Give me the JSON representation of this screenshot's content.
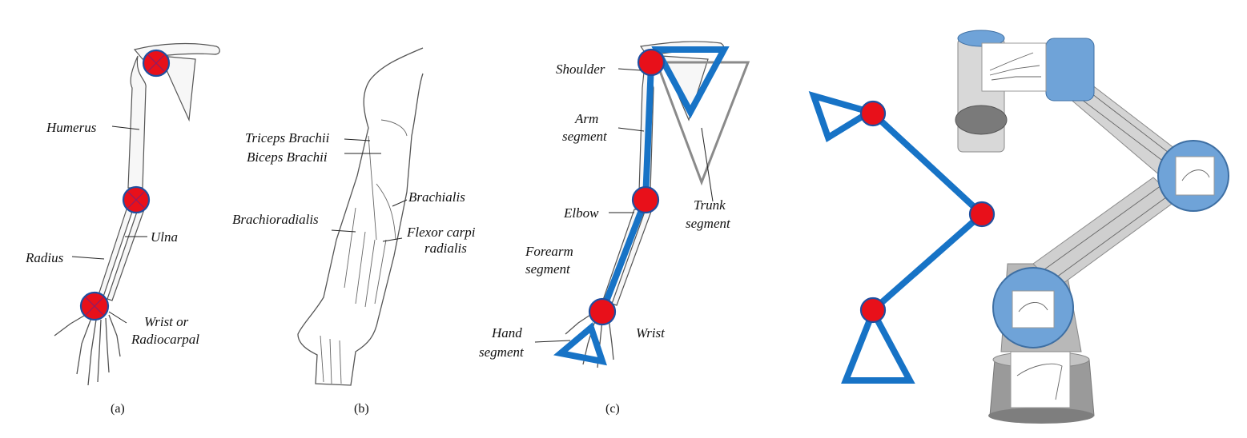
{
  "panels": {
    "a": {
      "caption": "(a)",
      "labels": {
        "humerus": "Humerus",
        "ulna": "Ulna",
        "radius": "Radius",
        "wrist_line1": "Wrist or",
        "wrist_line2": "Radiocarpal"
      }
    },
    "b": {
      "caption": "(b)",
      "labels": {
        "triceps": "Triceps Brachii",
        "biceps": "Biceps Brachii",
        "brachialis": "Brachialis",
        "brachioradialis": "Brachioradialis",
        "flexor_line1": "Flexor carpi",
        "flexor_line2": "radialis"
      }
    },
    "c": {
      "caption": "(c)",
      "labels": {
        "shoulder": "Shoulder",
        "arm_line1": "Arm",
        "arm_line2": "segment",
        "trunk_line1": "Trunk",
        "trunk_line2": "segment",
        "elbow": "Elbow",
        "forearm_line1": "Forearm",
        "forearm_line2": "segment",
        "hand_line1": "Hand",
        "hand_line2": "segment",
        "wrist": "Wrist"
      }
    }
  },
  "colors": {
    "joint_fill": "#e8101a",
    "joint_outline": "#1f4fa0",
    "segment_blue": "#1773c6",
    "robot_cap_blue": "#6fa3d8",
    "robot_body": "#c8c8c8"
  }
}
